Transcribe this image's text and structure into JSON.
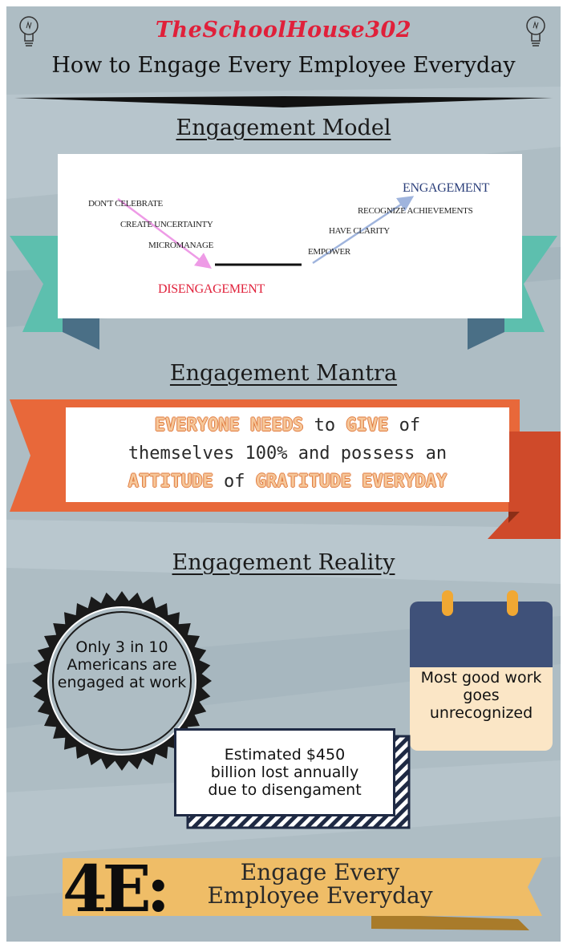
{
  "brand": "TheSchoolHouse302",
  "title": "How to Engage Every Employee Everyday",
  "model": {
    "heading": "Engagement Model",
    "left_steps": [
      "DON'T CELEBRATE",
      "CREATE UNCERTAINTY",
      "MICROMANAGE"
    ],
    "low_state": "DISENGAGEMENT",
    "right_steps": [
      "EMPOWER",
      "HAVE  CLARITY",
      "RECOGNIZE ACHIEVEMENTS"
    ],
    "high_state": "ENGAGEMENT"
  },
  "mantra": {
    "heading": "Engagement Mantra",
    "line1": {
      "w1": "EVERYONE",
      "w2": "NEEDS",
      "w3": "to",
      "w4": "GIVE",
      "w5": "of"
    },
    "line2": "themselves 100% and possess an",
    "line3": {
      "w1": "ATTITUDE",
      "w2": "of",
      "w3": "GRATITUDE",
      "w4": "EVERYDAY"
    }
  },
  "reality": {
    "heading": "Engagement Reality",
    "seal": [
      "Only 3 in 10",
      "Americans are",
      "engaged at work"
    ],
    "cost": [
      "Estimated $450",
      "billion lost annually",
      "due to disengament"
    ],
    "calendar": [
      "Most good work",
      "goes",
      "unrecognized"
    ]
  },
  "footer": {
    "acronym": "4E:",
    "line1": "Engage Every",
    "line2": "Employee Everyday"
  },
  "colors": {
    "background": "#aebdc4",
    "brand_red": "#e0203a",
    "teal_ribbon": "#5dbfae",
    "orange_ribbon": "#e8683a",
    "navy": "#1f2a44",
    "gold_banner": "#efbd67",
    "calendar_header": "#3f5179",
    "calendar_body": "#fbe6c6"
  },
  "icons": [
    "lightbulb-icon",
    "lightbulb-icon"
  ]
}
